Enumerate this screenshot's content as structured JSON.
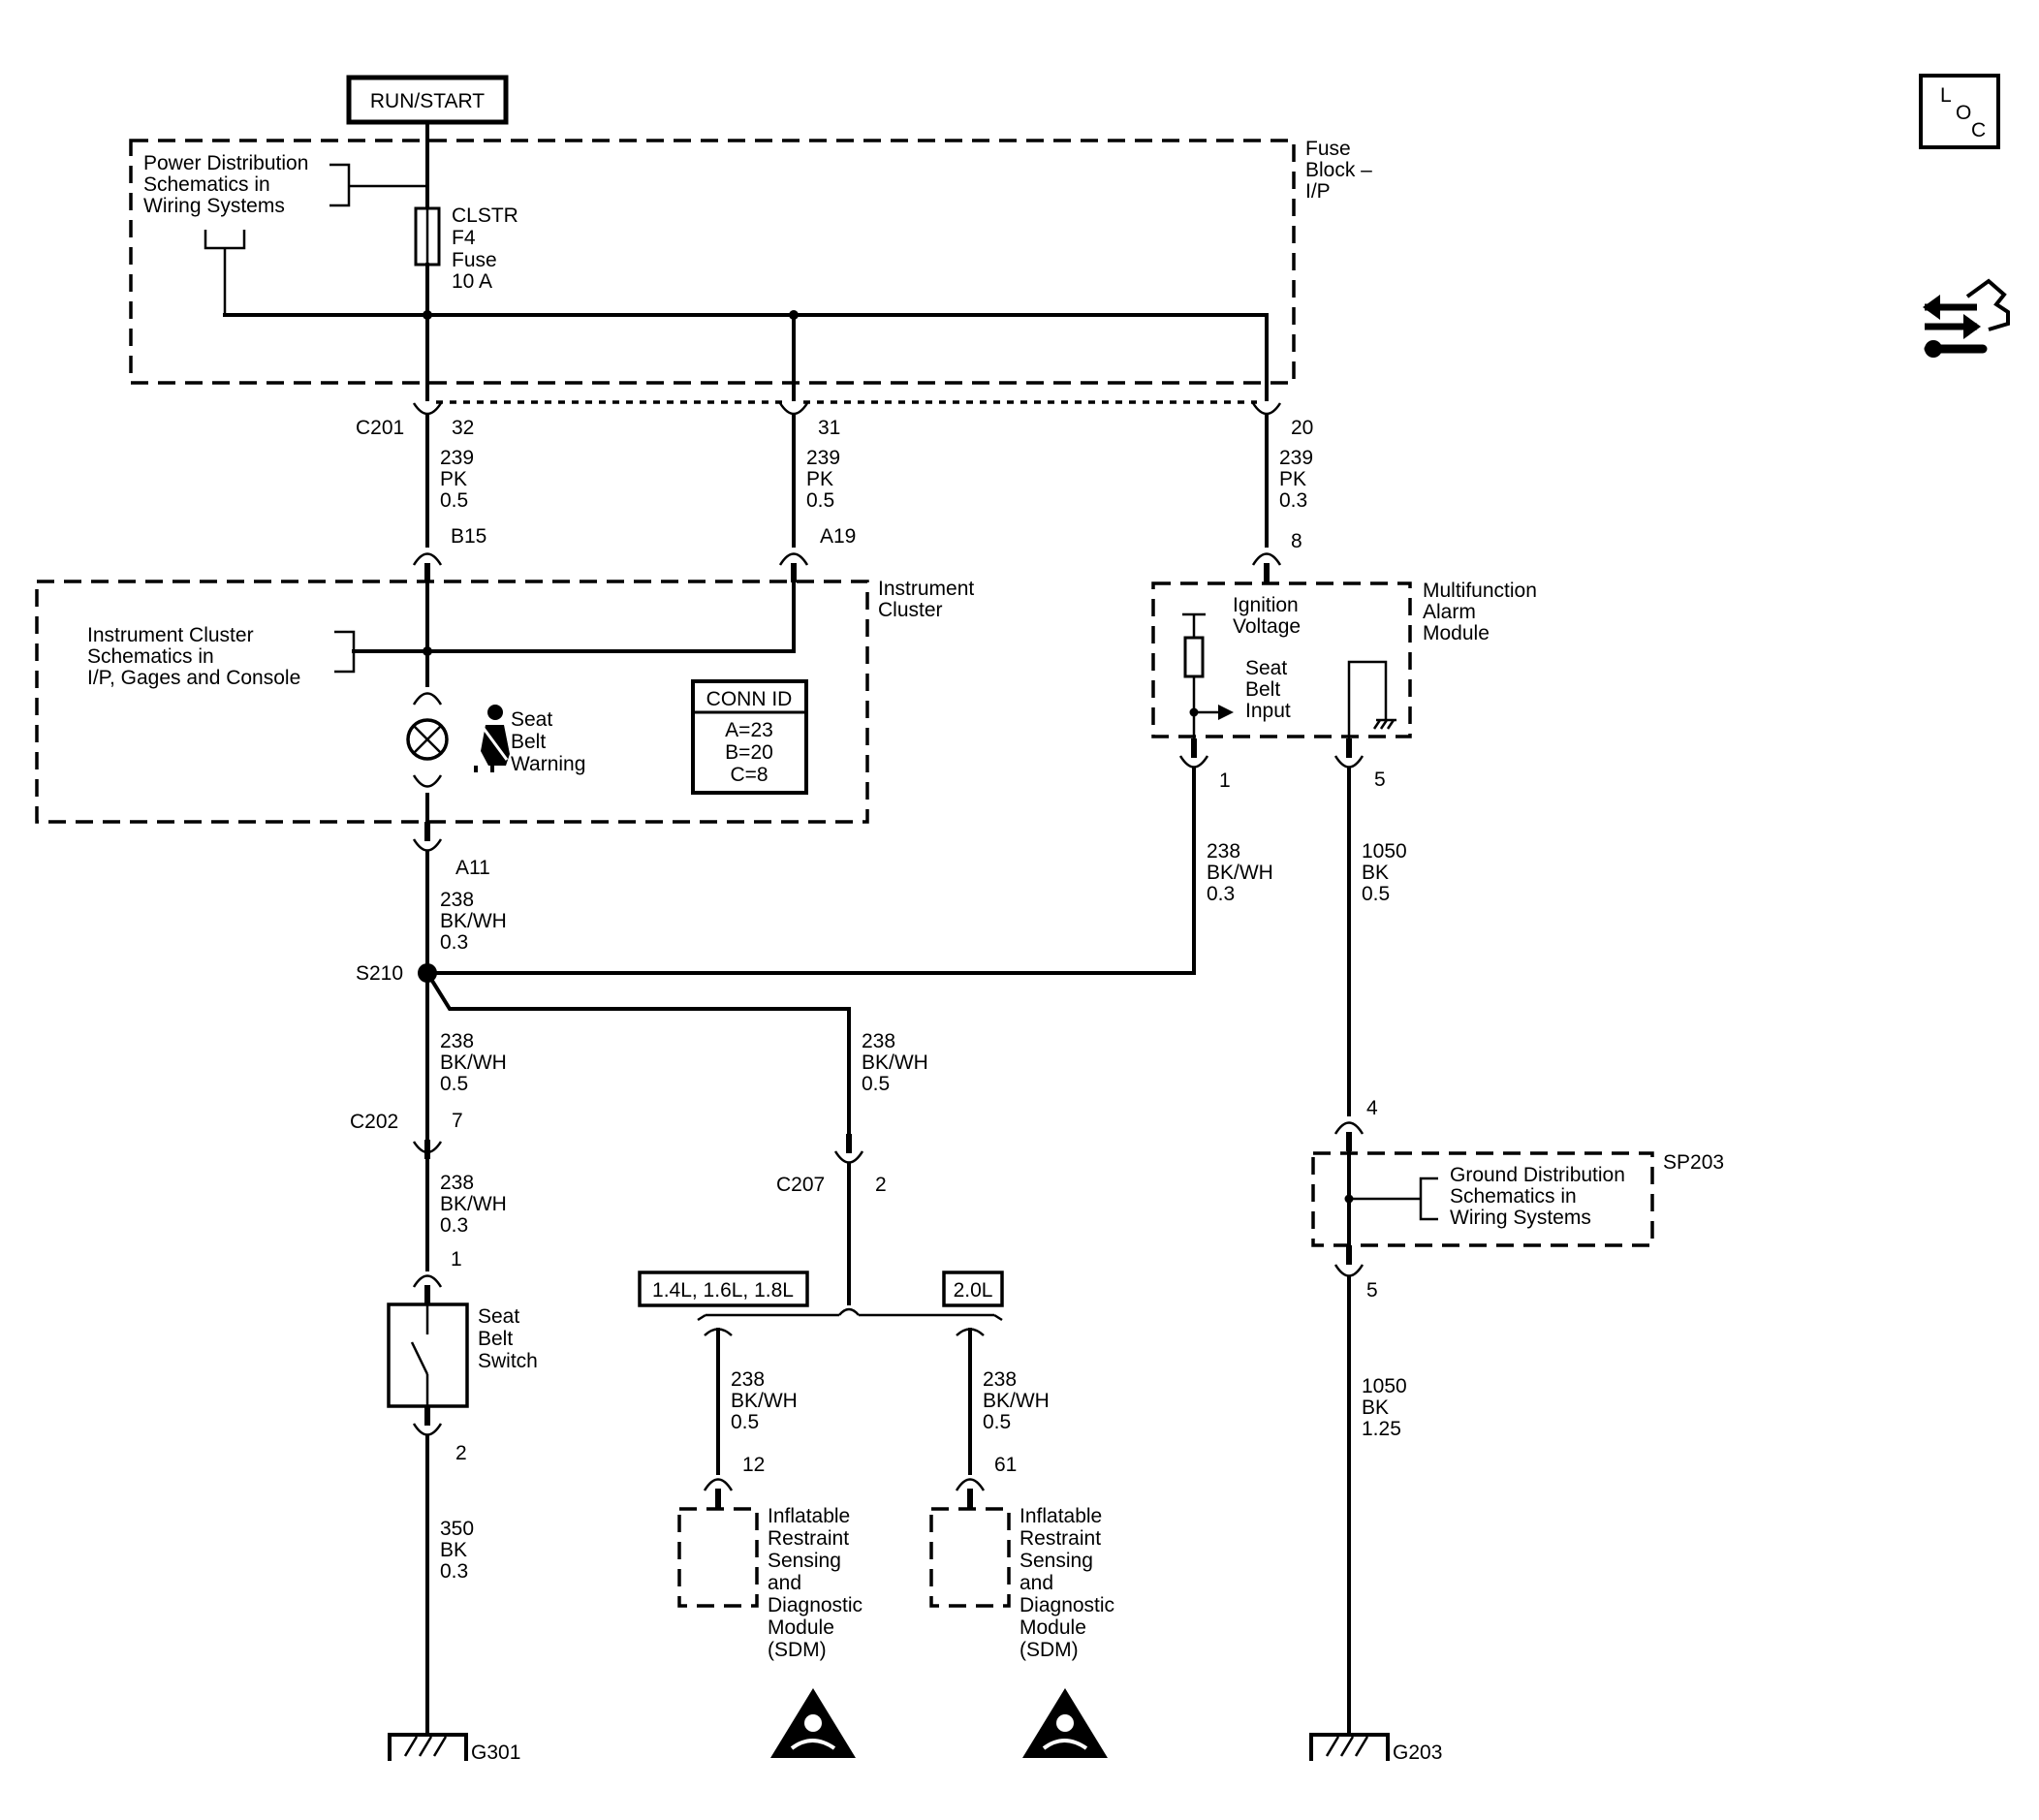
{
  "power": {
    "run_start": "RUN/START"
  },
  "fuse_block": {
    "title_lines": [
      "Fuse",
      "Block –",
      "I/P"
    ],
    "power_dist_lines": [
      "Power Distribution",
      "Schematics in",
      "Wiring Systems"
    ],
    "fuse_lines": [
      "CLSTR",
      "F4",
      "Fuse",
      "10 A"
    ]
  },
  "c201": {
    "label": "C201",
    "pins": [
      "32",
      "31",
      "20"
    ],
    "wires": [
      [
        "239",
        "PK",
        "0.5"
      ],
      [
        "239",
        "PK",
        "0.5"
      ],
      [
        "239",
        "PK",
        "0.3"
      ]
    ]
  },
  "instrument_cluster": {
    "title_lines": [
      "Instrument",
      "Cluster"
    ],
    "pin_b15": "B15",
    "pin_a19": "A19",
    "pin_a11": "A11",
    "schematics_lines": [
      "Instrument Cluster",
      "Schematics in",
      "I/P, Gages and Console"
    ],
    "seat_belt_warning_lines": [
      "Seat",
      "Belt",
      "Warning"
    ],
    "conn_id": {
      "title": "CONN ID",
      "rows": [
        "A=23",
        "B=20",
        "C=8"
      ]
    }
  },
  "alarm_module": {
    "title_lines": [
      "Multifunction",
      "Alarm",
      "Module"
    ],
    "pin_in": "8",
    "ignition_lines": [
      "Ignition",
      "Voltage"
    ],
    "seat_belt_input_lines": [
      "Seat",
      "Belt",
      "Input"
    ],
    "pin_1": "1",
    "pin_5": "5"
  },
  "wires": {
    "a11_out": [
      "238",
      "BK/WH",
      "0.3"
    ],
    "alarm_1": [
      "238",
      "BK/WH",
      "0.3"
    ],
    "alarm_5": [
      "1050",
      "BK",
      "0.5"
    ],
    "s210_down": [
      "238",
      "BK/WH",
      "0.5"
    ],
    "s210_branch": [
      "238",
      "BK/WH",
      "0.5"
    ],
    "c202_down": [
      "238",
      "BK/WH",
      "0.3"
    ],
    "switch_down": [
      "350",
      "BK",
      "0.3"
    ],
    "sdm_left": [
      "238",
      "BK/WH",
      "0.5"
    ],
    "sdm_right": [
      "238",
      "BK/WH",
      "0.5"
    ],
    "sp203_down": [
      "1050",
      "BK",
      "1.25"
    ]
  },
  "splice": {
    "label": "S210"
  },
  "c202": {
    "label": "C202",
    "pin": "7"
  },
  "seat_belt_switch": {
    "pin_in": "1",
    "pin_out": "2",
    "lines": [
      "Seat",
      "Belt",
      "Switch"
    ]
  },
  "c207": {
    "label": "C207",
    "pin": "2"
  },
  "engine_options": {
    "left": "1.4L, 1.6L, 1.8L",
    "right": "2.0L"
  },
  "sdm": {
    "pin_left": "12",
    "pin_right": "61",
    "lines": [
      "Inflatable",
      "Restraint",
      "Sensing",
      "and",
      "Diagnostic",
      "Module",
      "(SDM)"
    ]
  },
  "sp203": {
    "label": "SP203",
    "pin_top": "4",
    "pin_bottom": "5",
    "lines": [
      "Ground Distribution",
      "Schematics in",
      "Wiring Systems"
    ]
  },
  "grounds": {
    "left": "G301",
    "right": "G203"
  },
  "icons": {
    "loc": [
      "L",
      "O",
      "C"
    ]
  }
}
